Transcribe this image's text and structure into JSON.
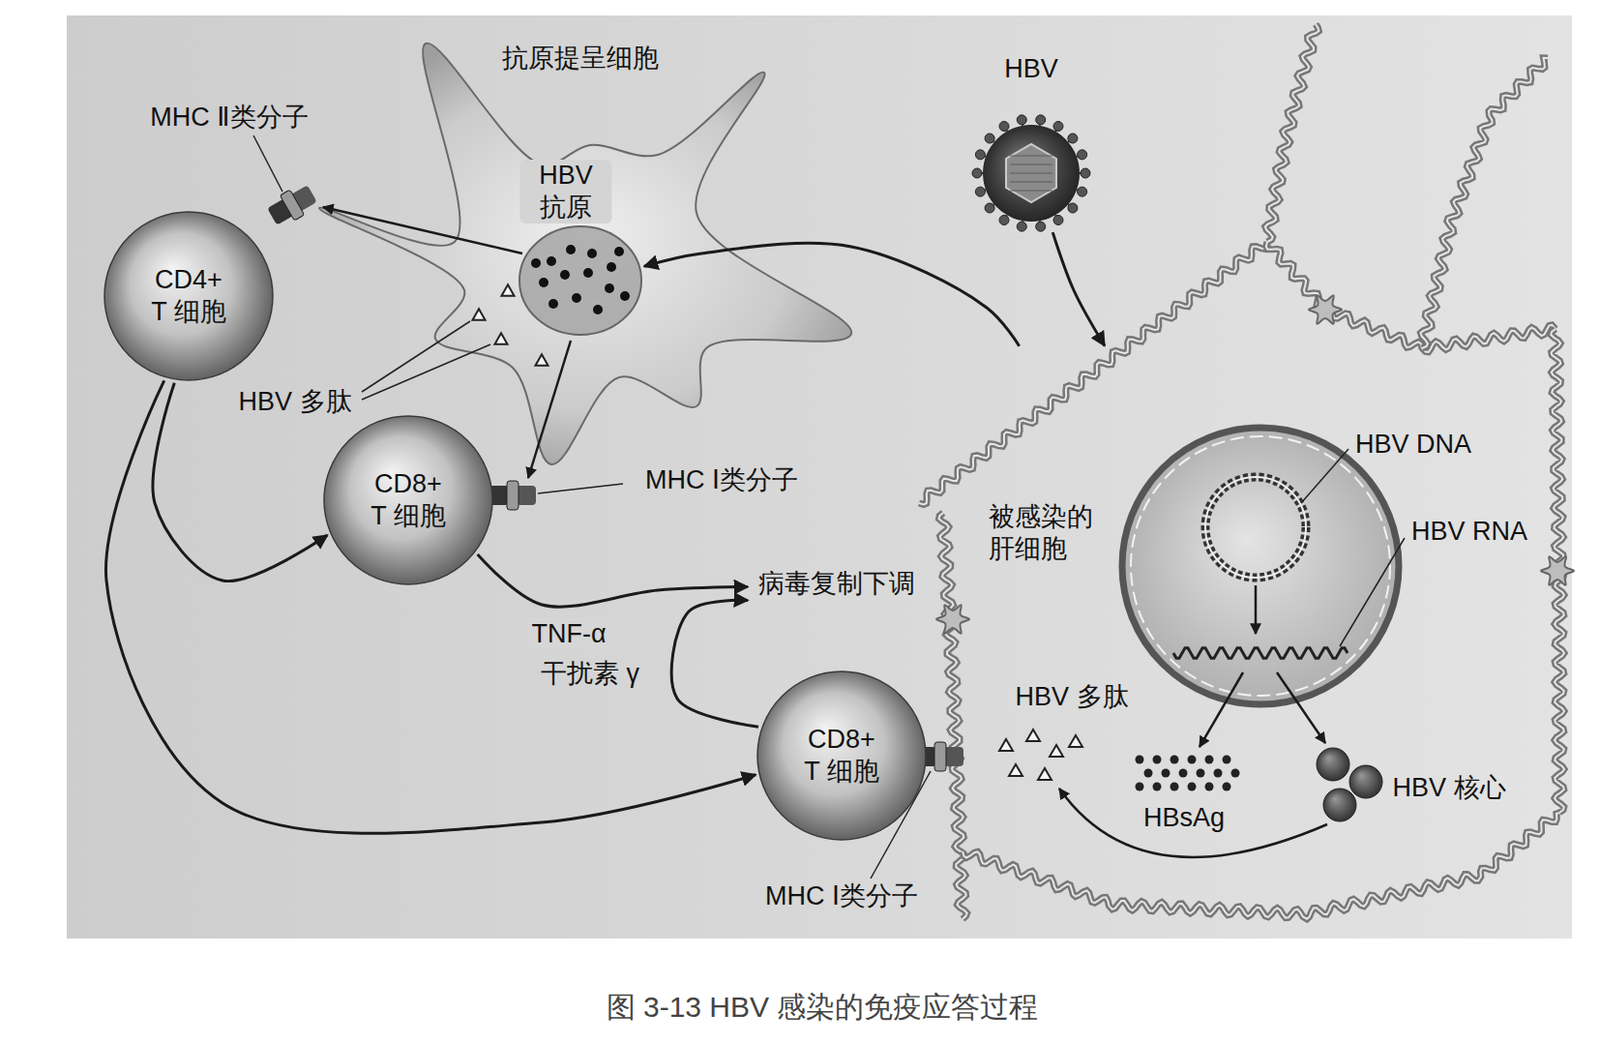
{
  "diagram": {
    "caption": "图 3-13 HBV 感染的免疫应答过程",
    "nodes": [
      {
        "text": [
          "抗原提呈细胞"
        ]
      },
      {
        "text": [
          "CD4+ T 细胞"
        ]
      },
      {
        "text": [
          "CD8+ T 细胞"
        ]
      },
      {
        "text": [
          "HBV"
        ]
      },
      {
        "text": [
          "被感染的 肝细胞"
        ]
      },
      {
        "text": [
          "CD8+ T 细胞"
        ]
      },
      {
        "text": [
          "病毒复制下调"
        ]
      }
    ],
    "edges": [
      {
        "from": 1,
        "to": 2,
        "arrow": "to"
      },
      {
        "from": 1,
        "to": 5,
        "arrow": "to"
      },
      {
        "from": 3,
        "to": 4,
        "arrow": "to"
      },
      {
        "from": 4,
        "to": 0,
        "arrow": "to"
      },
      {
        "from": 2,
        "to": 6,
        "label": "TNF-α",
        "arrow": "to"
      },
      {
        "from": 5,
        "to": 6,
        "arrow": "to"
      }
    ],
    "labels": [
      "MHC Ⅱ类分子",
      "HBV 抗原",
      "HBV 多肽",
      "MHC Ⅰ类分子",
      "干扰素 γ",
      "HBV DNA",
      "HBV RNA",
      "HBV 多肽",
      "HBsAg",
      "HBV 核心",
      "MHC Ⅰ类分子"
    ]
  }
}
